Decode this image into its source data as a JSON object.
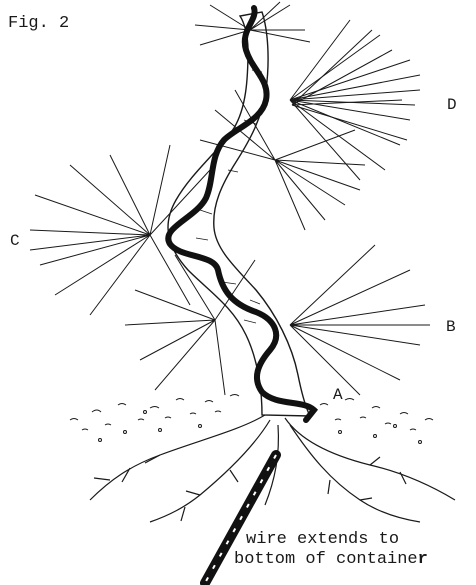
{
  "figure": {
    "title": "Fig. 2",
    "labels": {
      "a": "A",
      "b": "B",
      "c": "C",
      "d": "D"
    },
    "caption": {
      "line1": "wire extends to",
      "line2_main": "bottom of containe",
      "line2_end": "r"
    }
  },
  "colors": {
    "ink": "#1a1a1a",
    "wire": "#111111",
    "background": "#ffffff"
  }
}
